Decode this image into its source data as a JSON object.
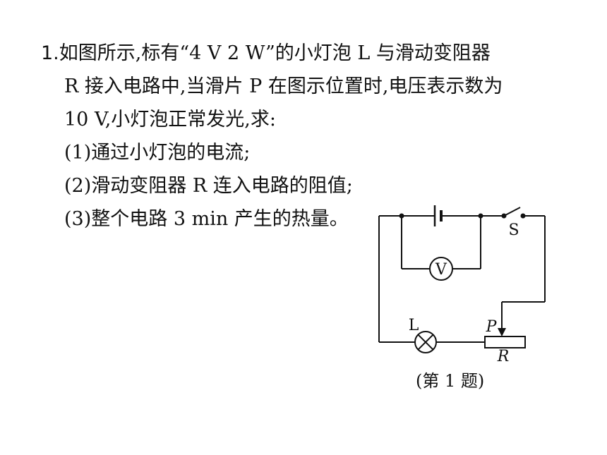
{
  "question": {
    "number": "1.",
    "lines": [
      "如图所示,标有“4 V 2 W”的小灯泡 L 与滑动变阻器",
      "R 接入电路中,当滑片 P 在图示位置时,电压表示数为",
      "10 V,小灯泡正常发光,求:",
      "(1)通过小灯泡的电流;",
      "(2)滑动变阻器 R 连入电路的阻值;",
      "(3)整个电路 3 min 产生的热量。"
    ]
  },
  "figure": {
    "labels": {
      "switch": "S",
      "voltmeter": "V",
      "lamp": "L",
      "slider": "P",
      "rheostat": "R"
    },
    "caption": "(第 1 题)"
  }
}
